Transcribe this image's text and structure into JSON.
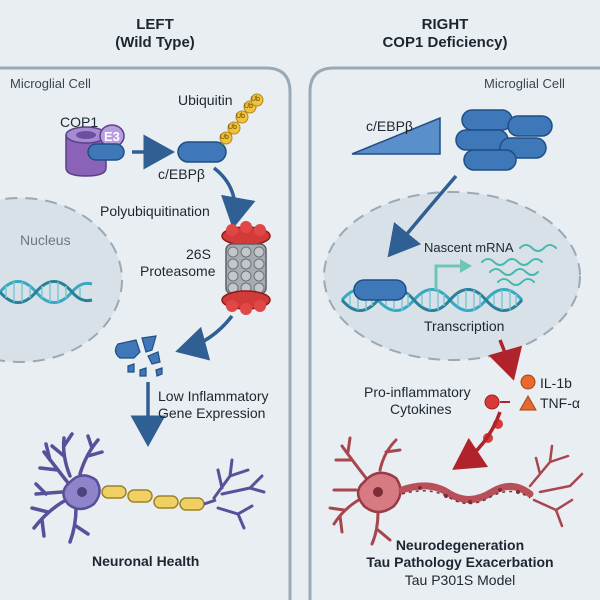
{
  "left": {
    "title": "LEFT",
    "subtitle": "(Wild Type)",
    "cell_label": "Microglial Cell",
    "cop1": "COP1",
    "e3": "E3",
    "ubiquitin": "Ubiquitin",
    "ub_tag": "Ub",
    "cebpb": "c/EBPβ",
    "polyubiquitination": "Polyubiquitination",
    "proteasome_line1": "26S",
    "proteasome_line2": "Proteasome",
    "nucleus": "Nucleus",
    "low_line1": "Low Inflammatory",
    "low_line2": "Gene Expression",
    "outcome": "Neuronal Health"
  },
  "right": {
    "title": "RIGHT",
    "subtitle": "COP1 Deficiency)",
    "cell_label": "Microglial Cell",
    "cebpb": "c/EBPβ",
    "nascent_mrna": "Nascent mRNA",
    "transcription": "Transcription",
    "cytokines_line1": "Pro-inflammatory",
    "cytokines_line2": "Cytokines",
    "il1b": "IL-1b",
    "tnfa": "TNF-α",
    "outcome_line1": "Neurodegeneration",
    "outcome_line2": "Tau Pathology Exacerbation",
    "model": "Tau P301S Model"
  },
  "colors": {
    "background": "#e9eef2",
    "protein_blue": "#3f78b8",
    "arrow_blue": "#2f5f93",
    "proteasome_red": "#d33a3a",
    "cop1_purple": "#8a63b8",
    "ub_yellow": "#f2c23a",
    "dna_teal": "#37a9c0",
    "neuron_purple": "#6c5fa8",
    "damaged_neuron_red": "#b8505a",
    "il1b_orange": "#e56a2c"
  }
}
